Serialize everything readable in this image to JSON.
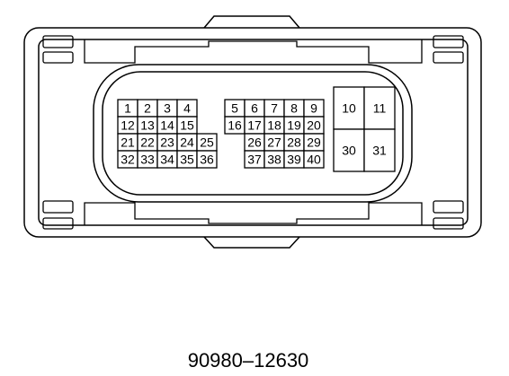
{
  "connector": {
    "part_number": "90980–12630",
    "left_block": [
      [
        "1",
        "2",
        "3",
        "4"
      ],
      [
        "12",
        "13",
        "14",
        "15"
      ],
      [
        "21",
        "22",
        "23",
        "24",
        "25"
      ],
      [
        "32",
        "33",
        "34",
        "35",
        "36"
      ]
    ],
    "middle_block": [
      [
        "5",
        "6",
        "7",
        "8",
        "9"
      ],
      [
        "16",
        "17",
        "18",
        "19",
        "20"
      ],
      [
        "26",
        "27",
        "28",
        "29"
      ],
      [
        "37",
        "38",
        "39",
        "40"
      ]
    ],
    "right_block": [
      [
        "10",
        "11"
      ],
      [
        "30",
        "31"
      ]
    ]
  }
}
